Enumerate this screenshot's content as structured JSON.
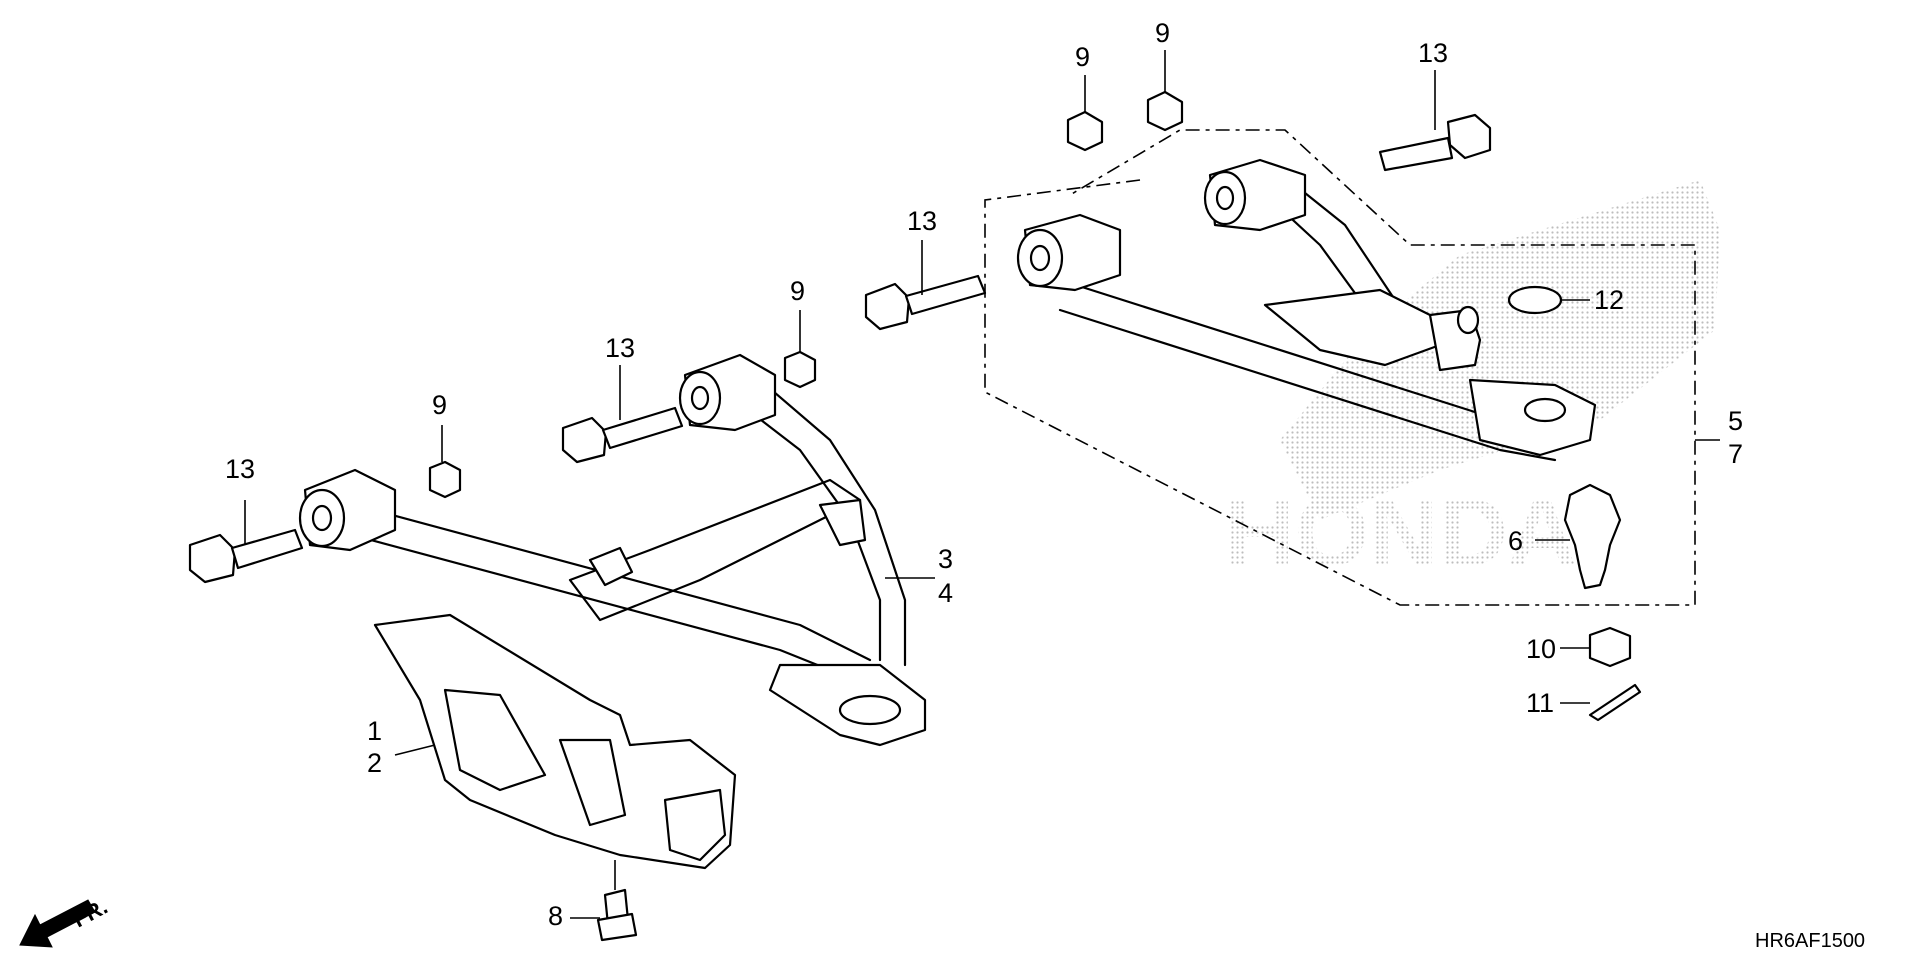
{
  "diagram": {
    "callouts": {
      "c13_left": "13",
      "c9_left": "9",
      "c13_mid": "13",
      "c9_mid": "9",
      "c3": "3",
      "c4": "4",
      "c1": "1",
      "c2": "2",
      "c8": "8",
      "c13_upper": "13",
      "c9_upper_a": "9",
      "c9_upper_b": "9",
      "c13_top": "13",
      "c12": "12",
      "c5": "5",
      "c7": "7",
      "c6": "6",
      "c10": "10",
      "c11": "11"
    },
    "direction_label": "FR.",
    "diagram_code": "HR6AF1500",
    "watermark": "HONDA"
  }
}
